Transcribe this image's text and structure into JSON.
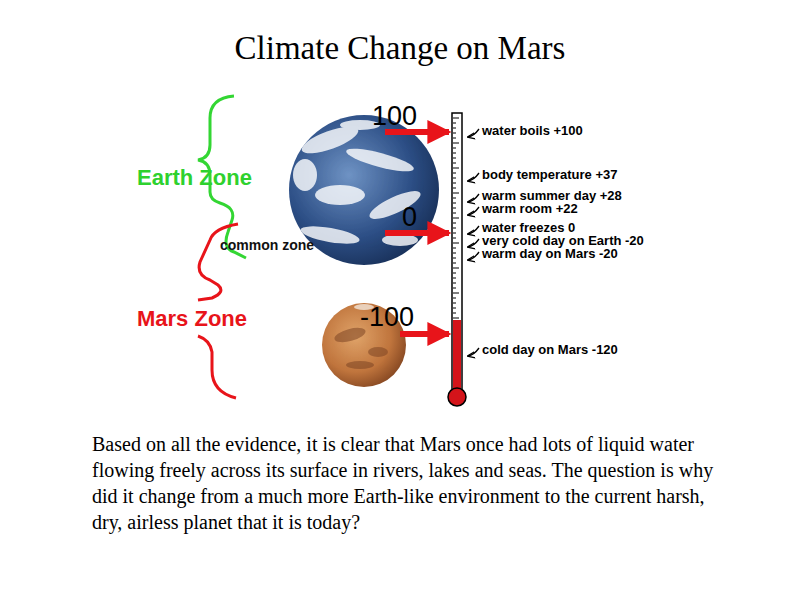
{
  "diagram": {
    "title": "Climate Change on Mars",
    "caption": "Based on all the evidence, it is clear that Mars once had lots of liquid water flowing freely across its surface in rivers, lakes and seas. The question is why did it change from a much more Earth-like environment to the current harsh, dry, airless planet that it is today?",
    "labels": [
      "Earth Zone",
      "common zone",
      "Mars Zone",
      "100",
      "0",
      "-100",
      "water boils +100",
      "body temperature +37",
      "warm summer day +28",
      "warm room +22",
      "water freezes 0",
      "very cold day on Earth -20",
      "warm day on Mars -20",
      "cold day on Mars -120"
    ]
  }
}
